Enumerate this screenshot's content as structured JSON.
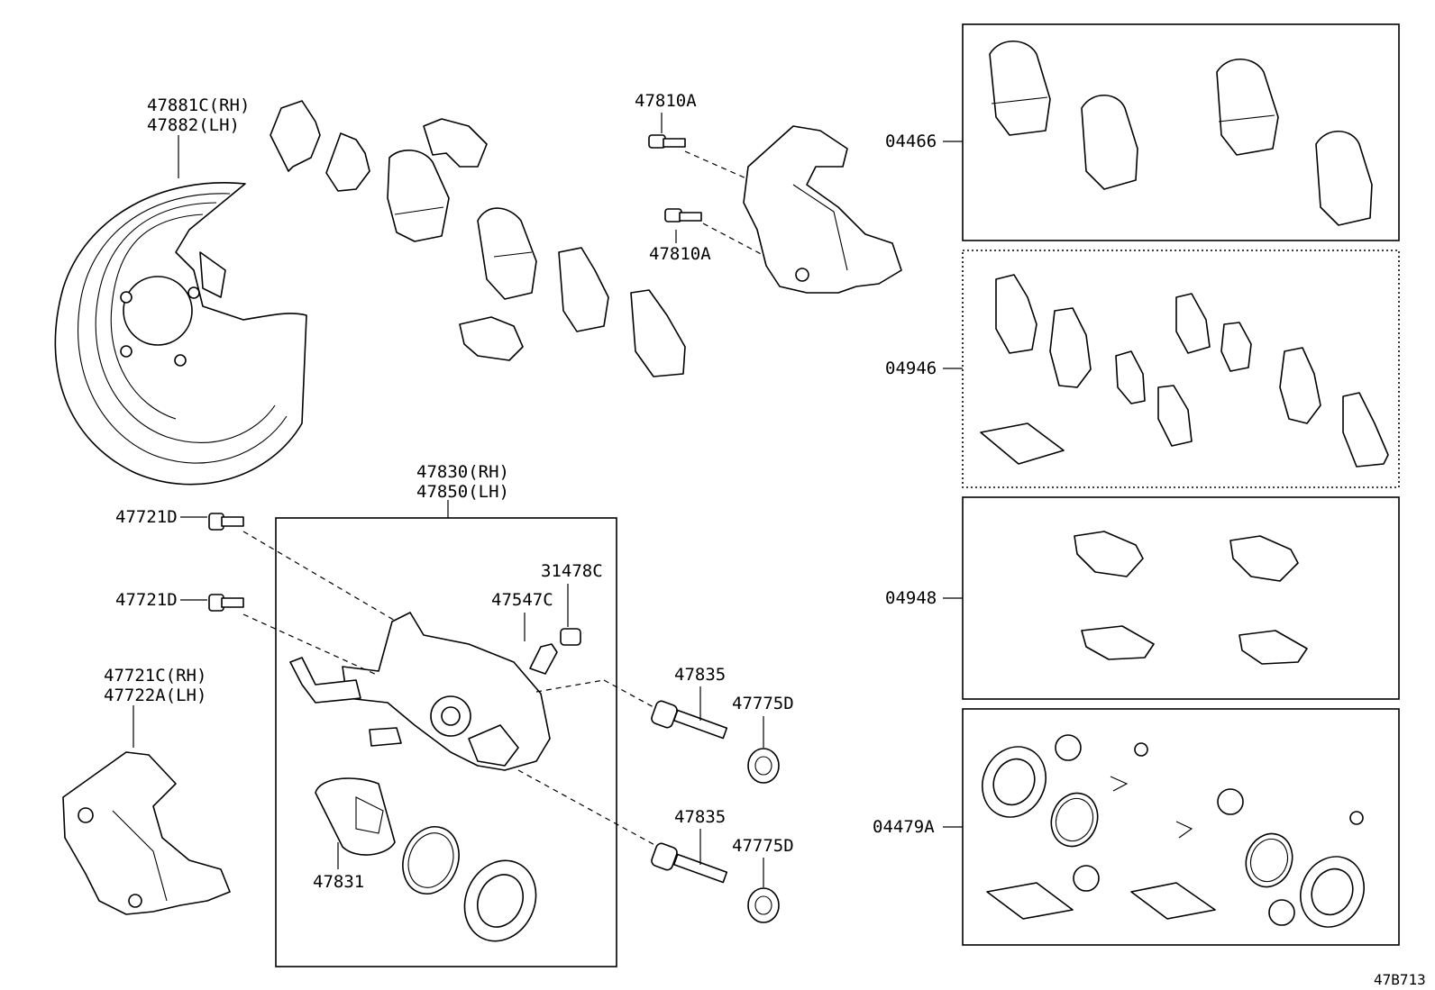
{
  "labels": {
    "shield_rh": "47881C(RH)",
    "shield_lh": "47882(LH)",
    "bolt_upper_1": "47810A",
    "bolt_upper_2": "47810A",
    "caliper_rh": "47830(RH)",
    "caliper_lh": "47850(LH)",
    "bolt_lower_1": "47721D",
    "bolt_lower_2": "47721D",
    "mount_rh": "47721C(RH)",
    "mount_lh": "47722A(LH)",
    "cap": "31478C",
    "bleeder": "47547C",
    "pin_1": "47835",
    "pin_2": "47835",
    "boot_1": "47775D",
    "boot_2": "47775D",
    "piston": "47831",
    "kit_pads": "04466",
    "kit_shims": "04946",
    "kit_clips": "04948",
    "kit_seals": "04479A",
    "diagram_id": "47B713"
  }
}
